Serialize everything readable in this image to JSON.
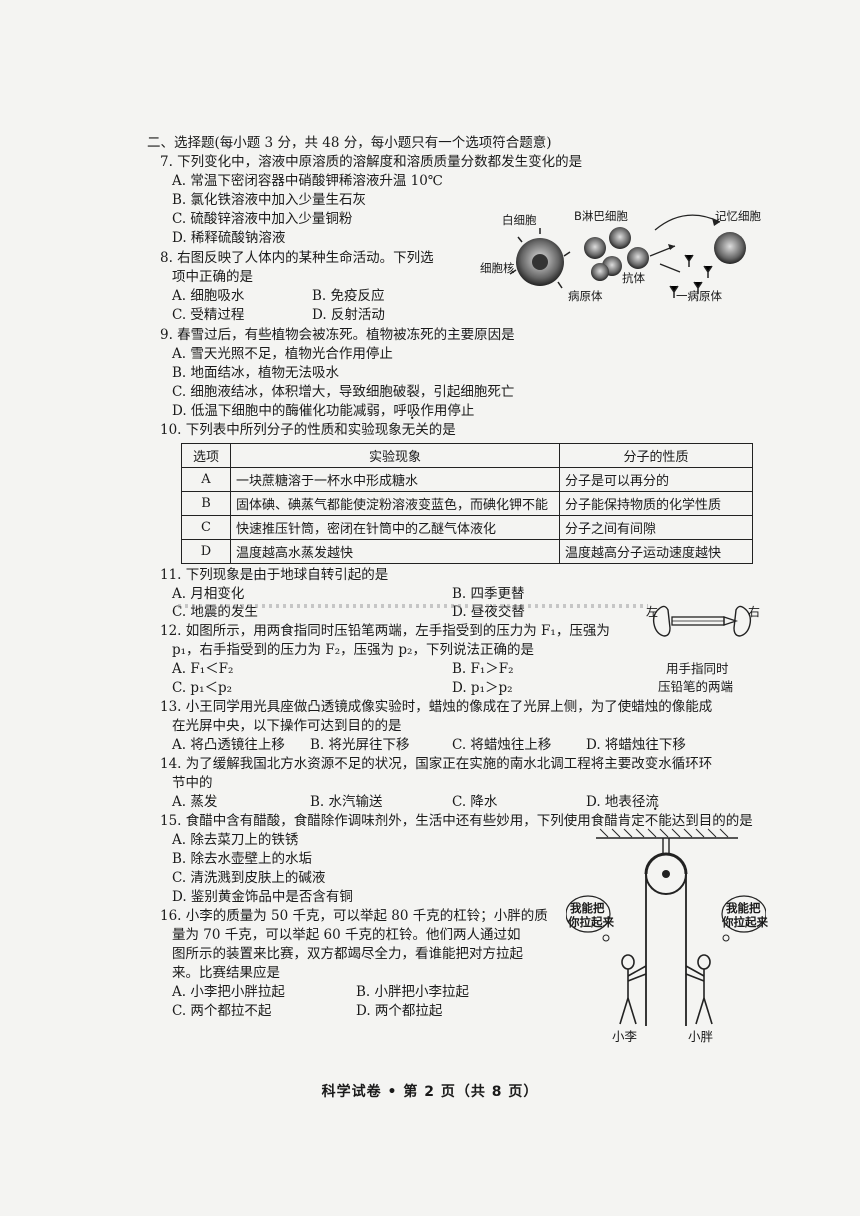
{
  "section_title": "二、选择题(每小题 3 分，共 48 分，每小题只有一个选项符合题意)",
  "q7": {
    "stem": "7. 下列变化中，溶液中原溶质的溶解度和溶质质量分数都发生变化的是",
    "a": "A. 常温下密闭容器中硝酸钾稀溶液升温 10℃",
    "b": "B. 氯化铁溶液中加入少量生石灰",
    "c": "C. 硫酸锌溶液中加入少量铜粉",
    "d": "D. 稀释硫酸钠溶液"
  },
  "q8": {
    "stem1": "8. 右图反映了人体内的某种生命活动。下列选",
    "stem2": "项中正确的是",
    "a": "A. 细胞吸水",
    "b": "B. 免疫反应",
    "c": "C. 受精过程",
    "d": "D. 反射活动",
    "figure_labels": {
      "white_cell": "白细胞",
      "b_cell": "B淋巴细胞",
      "memory_cell": "记忆细胞",
      "nucleus": "细胞核",
      "antibody": "抗体",
      "pathogen": "病原体",
      "pathogen2": "一病原体"
    }
  },
  "q9": {
    "stem": "9. 春雪过后，有些植物会被冻死。植物被冻死的主要原因是",
    "a": "A. 雪天光照不足，植物光合作用停止",
    "b": "B. 地面结冰，植物无法吸水",
    "c": "C. 细胞液结冰，体积增大，导致细胞破裂，引起细胞死亡",
    "d": "D. 低温下细胞中的酶催化功能减弱，呼吸作用停止"
  },
  "q10": {
    "stem_pre": "10. 下列表中所列分子的性质和实验现象",
    "stem_em": "无关",
    "stem_post": "的是",
    "headers": [
      "选项",
      "实验现象",
      "分子的性质"
    ],
    "rows": [
      [
        "A",
        "一块蔗糖溶于一杯水中形成糖水",
        "分子是可以再分的"
      ],
      [
        "B",
        "固体碘、碘蒸气都能使淀粉溶液变蓝色，而碘化钾不能",
        "分子能保持物质的化学性质"
      ],
      [
        "C",
        "快速推压针筒，密闭在针筒中的乙醚气体液化",
        "分子之间有间隙"
      ],
      [
        "D",
        "温度越高水蒸发越快",
        "温度越高分子运动速度越快"
      ]
    ]
  },
  "q11": {
    "stem": "11. 下列现象是由于地球自转引起的是",
    "a": "A. 月相变化",
    "b": "B. 四季更替",
    "c": "C. 地震的发生",
    "d": "D. 昼夜交替"
  },
  "q12": {
    "stem1": "12. 如图所示，用两食指同时压铅笔两端，左手指受到的压力为 F₁，压强为",
    "stem2": "p₁，右手指受到的压力为 F₂，压强为 p₂，下列说法正确的是",
    "a": "A. F₁＜F₂",
    "b": "B. F₁＞F₂",
    "c": "C. p₁＜p₂",
    "d": "D. p₁＞p₂",
    "fig_left": "左",
    "fig_right": "右",
    "caption1": "用手指同时",
    "caption2": "压铅笔的两端"
  },
  "q13": {
    "stem1": "13. 小王同学用光具座做凸透镜成像实验时，蜡烛的像成在了光屏上侧，为了使蜡烛的像能成",
    "stem2": "在光屏中央，以下操作可达到目的的是",
    "a": "A. 将凸透镜往上移",
    "b": "B. 将光屏往下移",
    "c": "C. 将蜡烛往上移",
    "d": "D. 将蜡烛往下移"
  },
  "q14": {
    "stem1": "14. 为了缓解我国北方水资源不足的状况，国家正在实施的南水北调工程将主要改变水循环环",
    "stem2": "节中的",
    "a": "A. 蒸发",
    "b": "B. 水汽输送",
    "c": "C. 降水",
    "d": "D. 地表径流"
  },
  "q15": {
    "stem_pre": "15. 食醋中含有醋酸，食醋除作调味剂外，生活中还有些妙用，下列使用食醋肯定",
    "stem_em": "不能",
    "stem_post": "达到目的的是",
    "a": "A. 除去菜刀上的铁锈",
    "b": "B. 除去水壶壁上的水垢",
    "c": "C. 清洗溅到皮肤上的碱液",
    "d": "D. 鉴别黄金饰品中是否含有铜"
  },
  "q16": {
    "stem1": "16. 小李的质量为 50 千克，可以举起 80 千克的杠铃；小胖的质",
    "stem2": "量为 70 千克，可以举起 60 千克的杠铃。他们两人通过如",
    "stem3": "图所示的装置来比赛，双方都竭尽全力，看谁能把对方拉起",
    "stem4": "来。比赛结果应是",
    "a": "A. 小李把小胖拉起",
    "b": "B. 小胖把小李拉起",
    "c": "C. 两个都拉不起",
    "d": "D. 两个都拉起",
    "bubble1_l1": "我能把",
    "bubble1_l2": "你拉起来",
    "bubble2_l1": "我能把",
    "bubble2_l2": "你拉起来",
    "name_left": "小李",
    "name_right": "小胖"
  },
  "footer": "科学试卷 • 第 2 页（共 8 页）"
}
